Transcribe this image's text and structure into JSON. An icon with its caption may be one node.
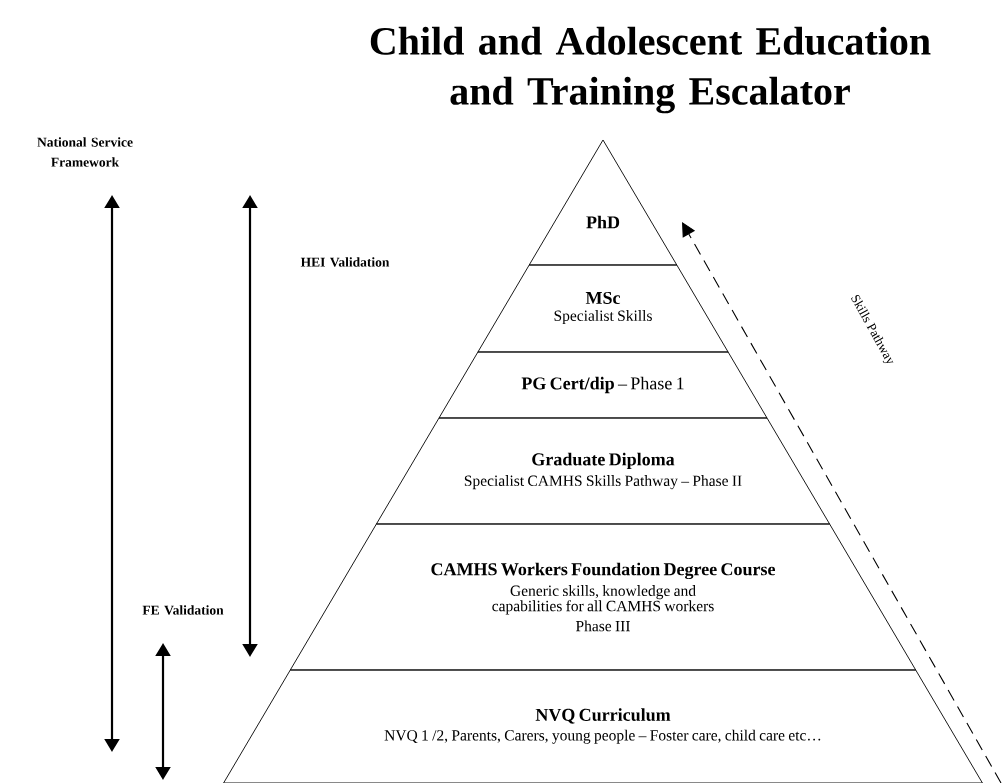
{
  "diagram": {
    "title": "Child and Adolescent Education and Training Escalator",
    "nodes": [
      {
        "text": [
          "PhD"
        ]
      },
      {
        "text": [
          "MSc",
          "Specialist Skills"
        ]
      },
      {
        "text": [
          "**PG Cert/dip** – Phase 1"
        ]
      },
      {
        "text": [
          "Graduate Diploma",
          "Specialist CAMHS Skills Pathway – Phase II"
        ]
      },
      {
        "text": [
          "CAMHS Workers Foundation Degree Course",
          "Generic skills, knowledge and capabilities for all CAMHS workers",
          "Phase III"
        ]
      },
      {
        "text": [
          "NVQ Curriculum",
          "NVQ 1 /2, Parents, Carers, young people – Foster care, child care etc…"
        ]
      }
    ],
    "labels": [
      "National Service Framework",
      "HEI Validation",
      "FE Validation",
      "Skills Pathway"
    ]
  }
}
